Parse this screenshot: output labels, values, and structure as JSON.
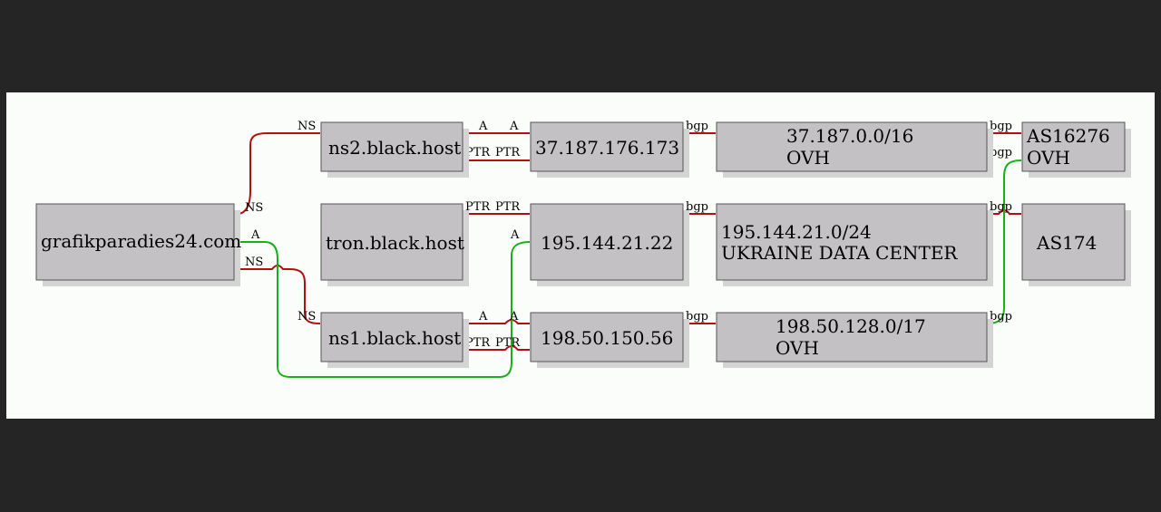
{
  "colors": {
    "page_background": "#252525",
    "panel_background": "#fbfdfb",
    "node_fill": "#c3c1c4",
    "node_shadow": "#d4d4d4",
    "edge_red": "#b01010",
    "edge_green": "#18b018"
  },
  "nodes": {
    "domain": {
      "lines": [
        "grafikparadies24.com"
      ]
    },
    "ns2": {
      "lines": [
        "ns2.black.host"
      ]
    },
    "tron": {
      "lines": [
        "tron.black.host"
      ]
    },
    "ns1": {
      "lines": [
        "ns1.black.host"
      ]
    },
    "ip_37": {
      "lines": [
        "37.187.176.173"
      ]
    },
    "ip_195": {
      "lines": [
        "195.144.21.22"
      ]
    },
    "ip_198": {
      "lines": [
        "198.50.150.56"
      ]
    },
    "net_37": {
      "lines": [
        "37.187.0.0/16",
        "OVH"
      ]
    },
    "net_195": {
      "lines": [
        "195.144.21.0/24",
        "UKRAINE DATA CENTER"
      ]
    },
    "net_198": {
      "lines": [
        "198.50.128.0/17",
        "OVH"
      ]
    },
    "as16276": {
      "lines": [
        "AS16276",
        "OVH"
      ]
    },
    "as174": {
      "lines": [
        "AS174"
      ]
    }
  },
  "edge_labels": {
    "ns": "NS",
    "a": "A",
    "ptr": "PTR",
    "bgp": "bgp"
  }
}
